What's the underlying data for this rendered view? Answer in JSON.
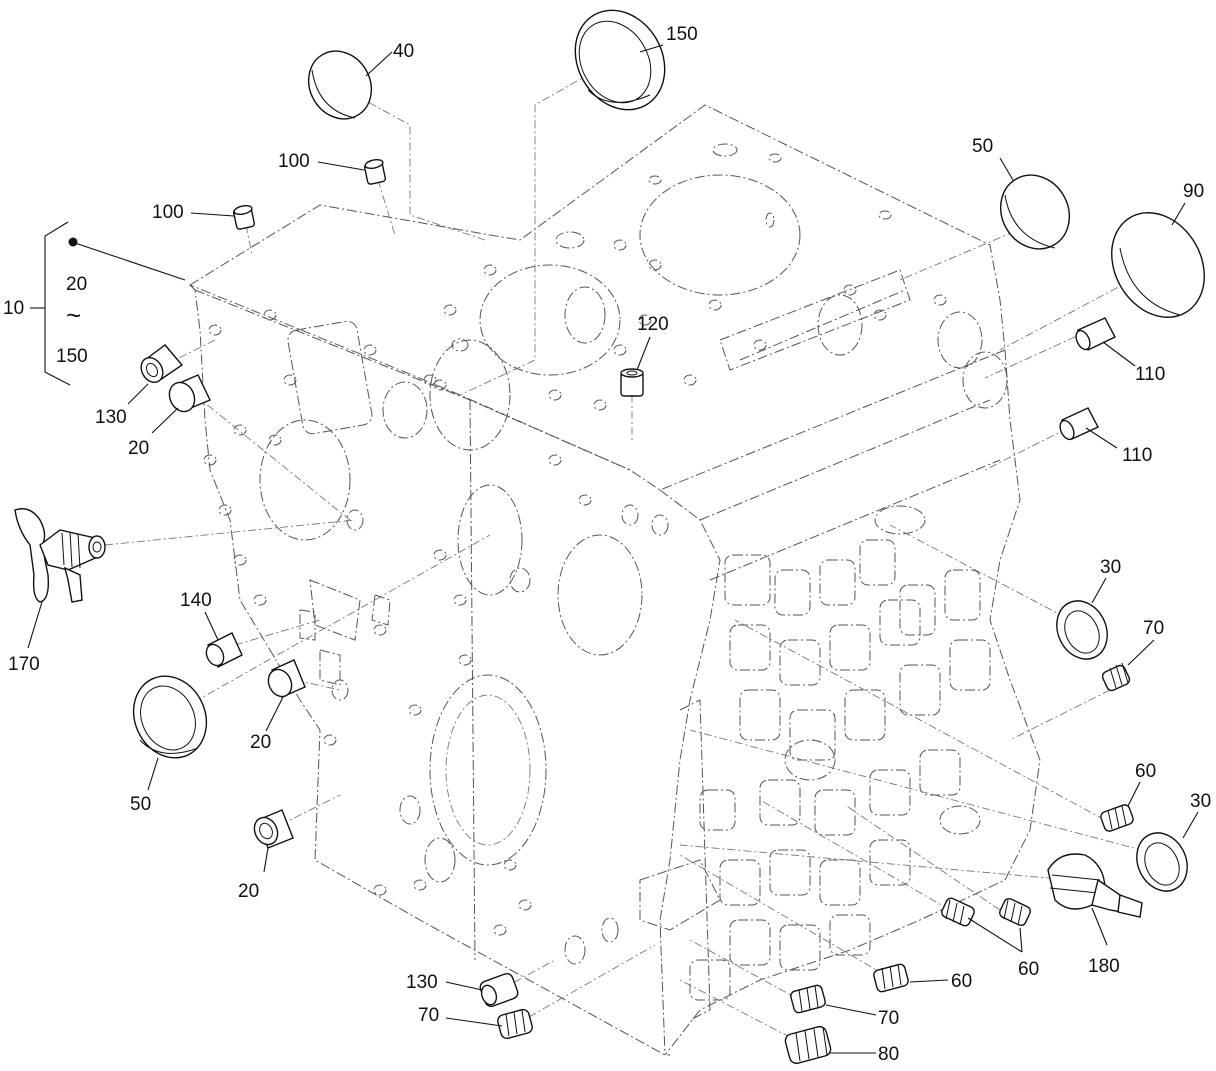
{
  "group": {
    "range_start": "20",
    "range_sep": "~",
    "range_end": "150",
    "assembly_number": "10"
  },
  "callouts": [
    {
      "id": "c40",
      "text": "40"
    },
    {
      "id": "c150",
      "text": "150"
    },
    {
      "id": "c100a",
      "text": "100"
    },
    {
      "id": "c100b",
      "text": "100"
    },
    {
      "id": "c50a",
      "text": "50"
    },
    {
      "id": "c90",
      "text": "90"
    },
    {
      "id": "c120",
      "text": "120"
    },
    {
      "id": "c110a",
      "text": "110"
    },
    {
      "id": "c110b",
      "text": "110"
    },
    {
      "id": "c130a",
      "text": "130"
    },
    {
      "id": "c20a",
      "text": "20"
    },
    {
      "id": "c170",
      "text": "170"
    },
    {
      "id": "c140",
      "text": "140"
    },
    {
      "id": "c20b",
      "text": "20"
    },
    {
      "id": "c50b",
      "text": "50"
    },
    {
      "id": "c30a",
      "text": "30"
    },
    {
      "id": "c70a",
      "text": "70"
    },
    {
      "id": "c60a",
      "text": "60"
    },
    {
      "id": "c30b",
      "text": "30"
    },
    {
      "id": "c20c",
      "text": "20"
    },
    {
      "id": "c180",
      "text": "180"
    },
    {
      "id": "c60b",
      "text": "60"
    },
    {
      "id": "c60c",
      "text": "60"
    },
    {
      "id": "c130b",
      "text": "130"
    },
    {
      "id": "c70b",
      "text": "70"
    },
    {
      "id": "c70c",
      "text": "70"
    },
    {
      "id": "c80",
      "text": "80"
    }
  ]
}
